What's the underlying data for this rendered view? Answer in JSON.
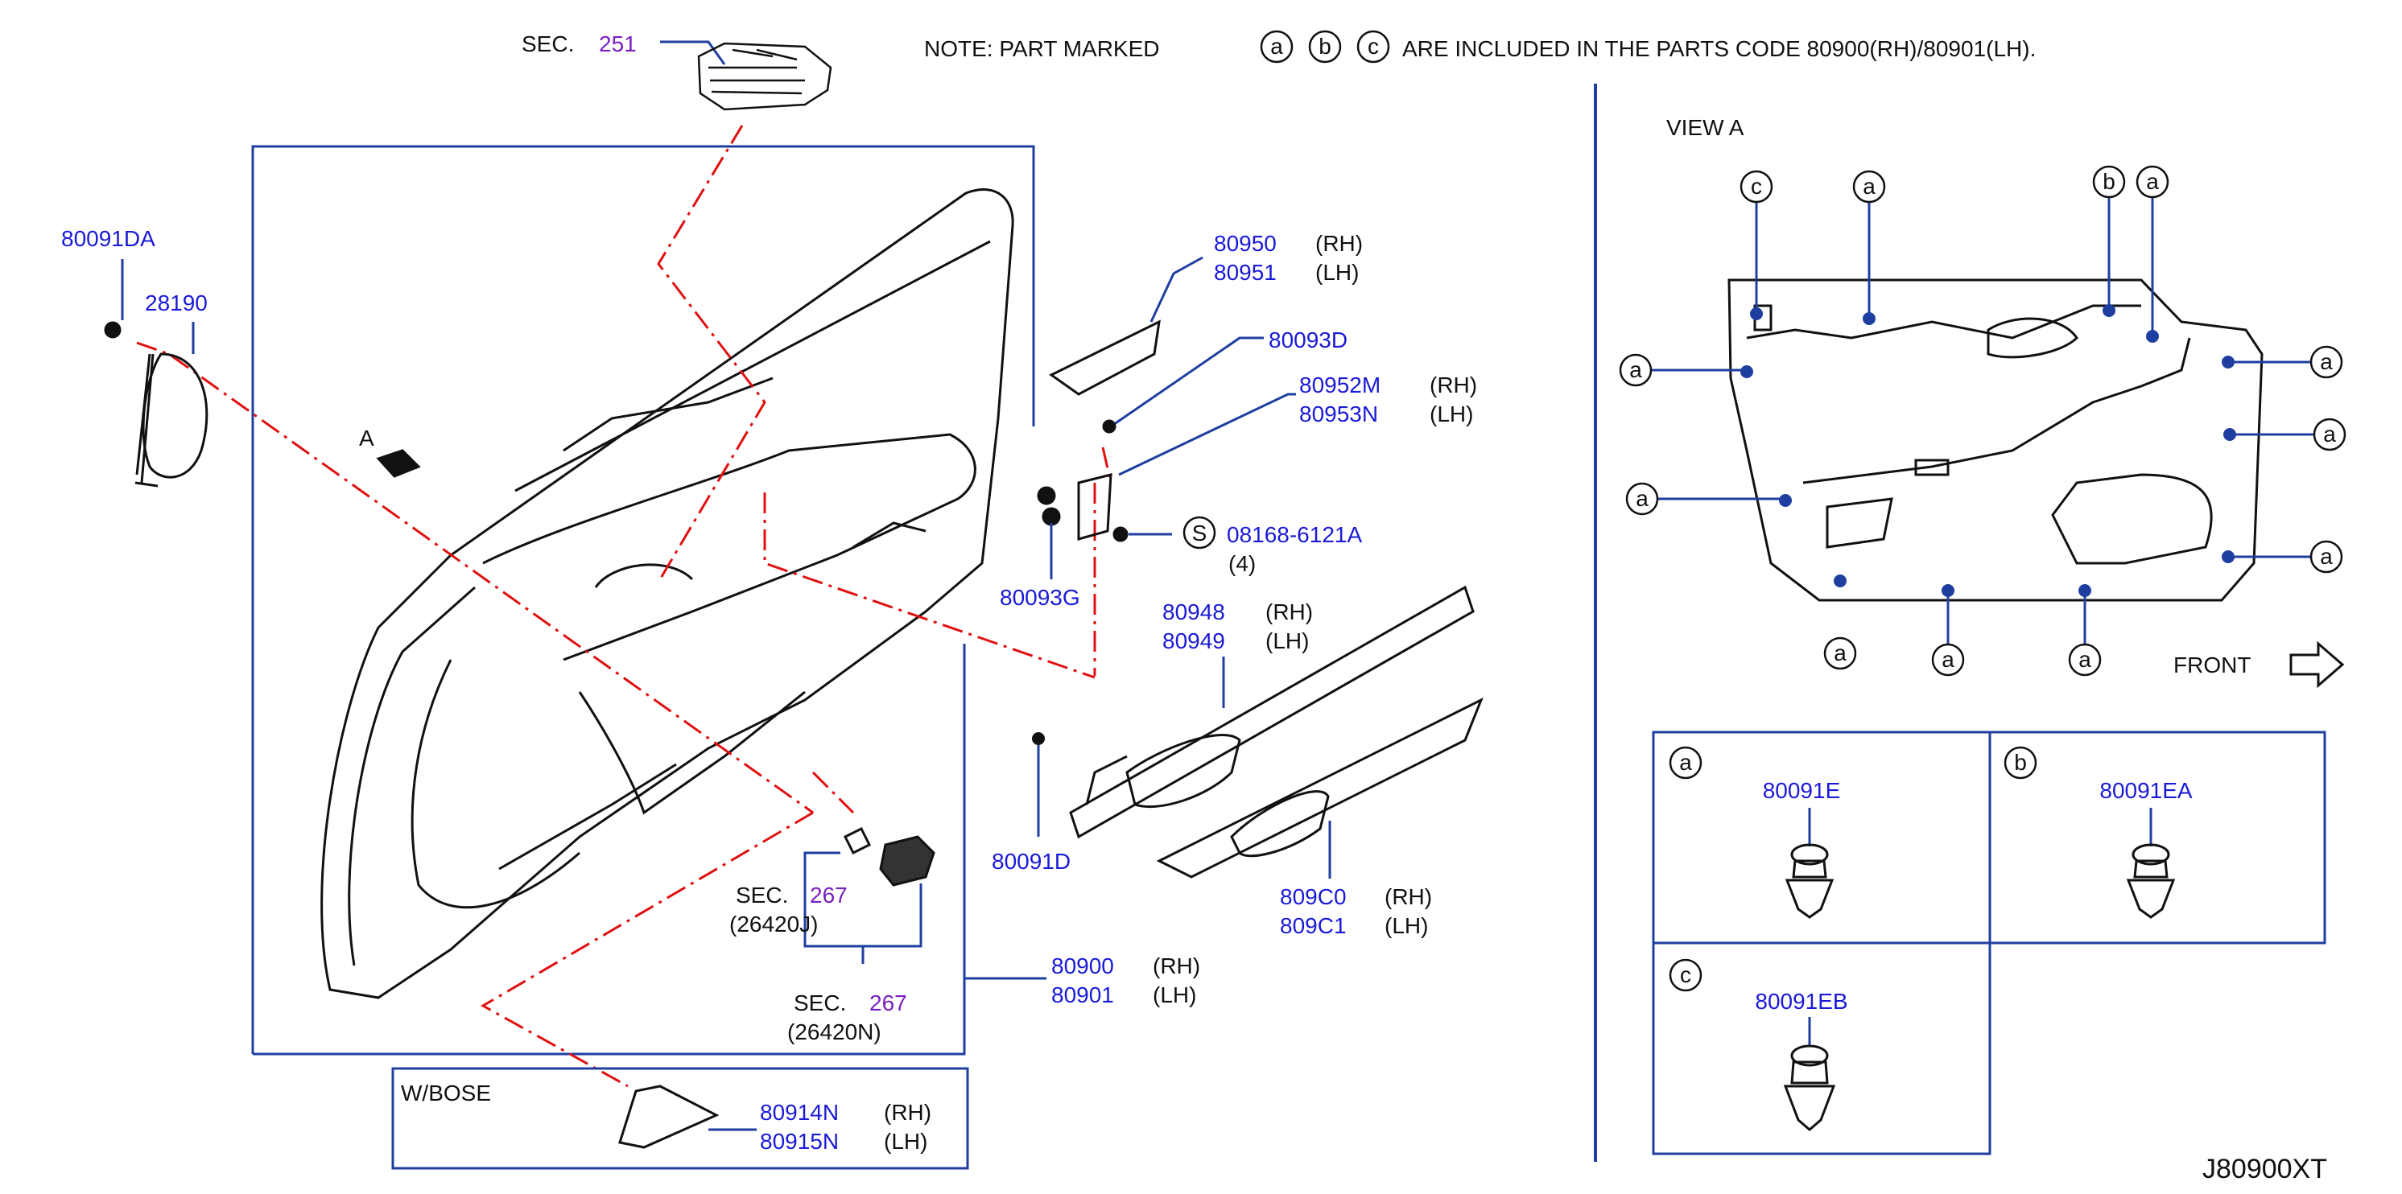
{
  "note": {
    "prefix": "NOTE:  PART  MARKED",
    "markers": [
      "a",
      "b",
      "c"
    ],
    "suffix": "ARE  INCLUDED  IN  THE  PARTS  CODE  80900(RH)/80901(LH)."
  },
  "sec_top": {
    "label": "SEC.",
    "num": "251"
  },
  "sec_267a": {
    "label": "SEC.",
    "num": "267",
    "code": "(26420J)"
  },
  "sec_267b": {
    "label": "SEC.",
    "num": "267",
    "code": "(26420N)"
  },
  "view_a": "VIEW   A",
  "arrow_a": "A",
  "front": "FRONT",
  "wbose": "W/BOSE",
  "drawing_id": "J80900XT",
  "parts": {
    "p80091DA": "80091DA",
    "p28190": "28190",
    "p80950": "80950",
    "p80951": "80951",
    "p80093D": "80093D",
    "p80952M": "80952M",
    "p80953N": "80953N",
    "s_marker": "S",
    "p08168": "08168-6121A",
    "qty4": "(4)",
    "p80093G": "80093G",
    "p80948": "80948",
    "p80949": "80949",
    "p80091D": "80091D",
    "p809C0": "809C0",
    "p809C1": "809C1",
    "p80900": "80900",
    "p80901": "80901",
    "p80914N": "80914N",
    "p80915N": "80915N"
  },
  "side": {
    "rh": "(RH)",
    "lh": "(LH)"
  },
  "legend": [
    {
      "marker": "a",
      "code": "80091E"
    },
    {
      "marker": "b",
      "code": "80091EA"
    },
    {
      "marker": "c",
      "code": "80091EB"
    }
  ],
  "colors": {
    "blue": "#1a1ad8",
    "red": "#e01010",
    "purple": "#7a1fc0",
    "frame": "#1f3fa0"
  }
}
